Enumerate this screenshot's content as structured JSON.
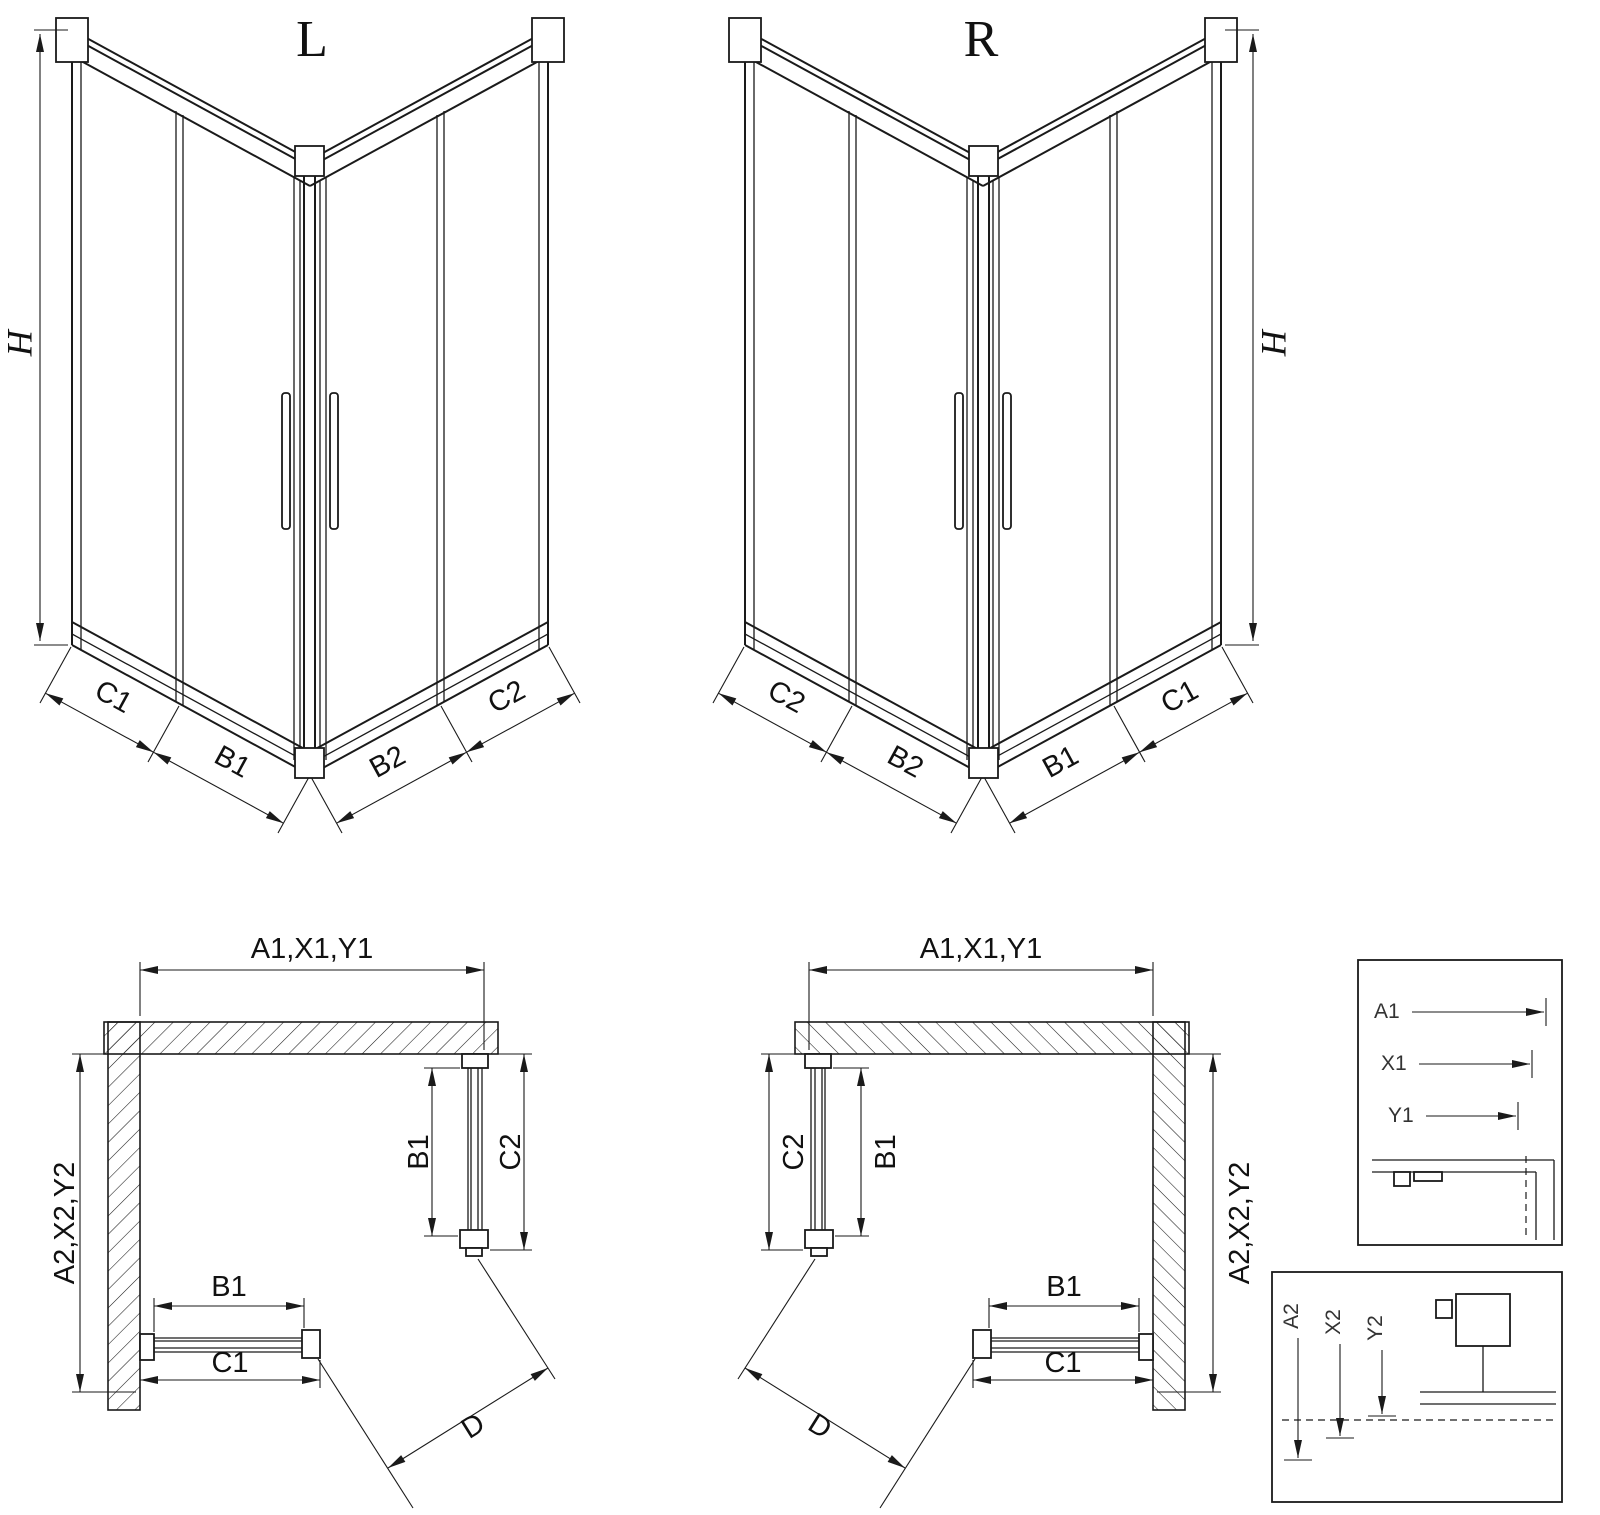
{
  "app": {
    "background": "#ffffff",
    "line_color": "#1a1a1a"
  },
  "persp_left": {
    "title": "L",
    "h": "H",
    "c1": "C1",
    "b1": "B1",
    "b2": "B2",
    "c2": "C2"
  },
  "persp_right": {
    "title": "R",
    "h": "H",
    "c1": "C1",
    "b1": "B1",
    "b2": "B2",
    "c2": "C2"
  },
  "plan_left": {
    "width": "A1,X1,Y1",
    "depth": "A2,X2,Y2",
    "door_b1": "B1",
    "panel_c2": "C2",
    "bottom_b1": "B1",
    "bottom_c1": "C1",
    "diagonal": "D"
  },
  "plan_right": {
    "width": "A1,X1,Y1",
    "depth": "A2,X2,Y2",
    "door_b1": "B1",
    "panel_c2": "C2",
    "bottom_b1": "B1",
    "bottom_c1": "C1",
    "diagonal": "D"
  },
  "detail_width": {
    "a1": "A1",
    "x1": "X1",
    "y1": "Y1"
  },
  "detail_depth": {
    "a2": "A2",
    "x2": "X2",
    "y2": "Y2"
  }
}
